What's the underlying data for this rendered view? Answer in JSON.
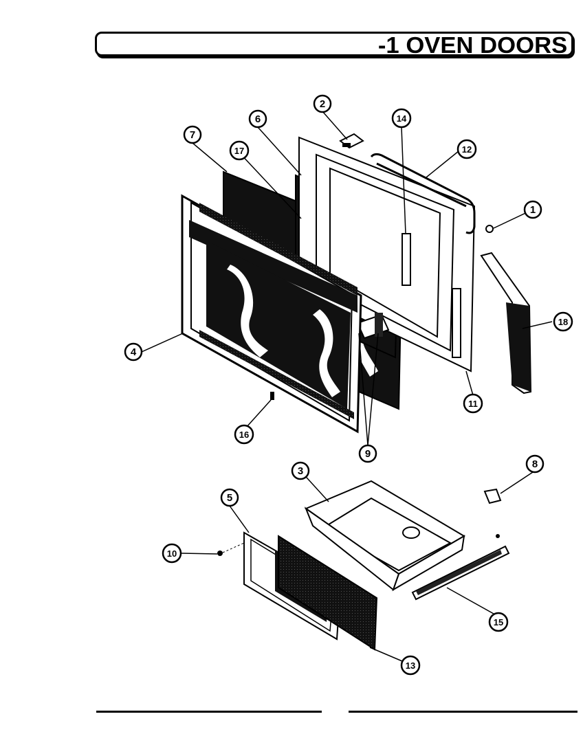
{
  "header": {
    "title": "-1 OVEN DOORS"
  },
  "callouts": [
    "1",
    "2",
    "3",
    "4",
    "5",
    "6",
    "7",
    "8",
    "9",
    "10",
    "11",
    "12",
    "13",
    "14",
    "15",
    "16",
    "17",
    "18"
  ]
}
